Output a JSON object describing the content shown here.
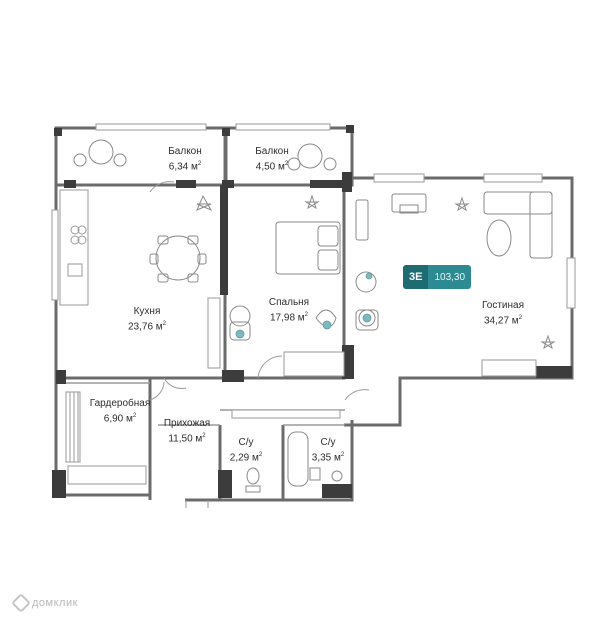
{
  "badge": {
    "type": "3E",
    "total_area": "103,30"
  },
  "rooms": {
    "balcony_1": {
      "name": "Балкон",
      "area": "6,34 м",
      "sup": "2"
    },
    "balcony_2": {
      "name": "Балкон",
      "area": "4,50 м",
      "sup": "2"
    },
    "kitchen": {
      "name": "Кухня",
      "area": "23,76 м",
      "sup": "2"
    },
    "bedroom": {
      "name": "Спальня",
      "area": "17,98 м",
      "sup": "2"
    },
    "living": {
      "name": "Гостиная",
      "area": "34,27 м",
      "sup": "2"
    },
    "wardrobe": {
      "name": "Гардеробная",
      "area": "6,90 м",
      "sup": "2"
    },
    "hall": {
      "name": "Прихожая",
      "area": "11,50 м",
      "sup": "2"
    },
    "bath_1": {
      "name": "С/у",
      "area": "2,29 м",
      "sup": "2"
    },
    "bath_2": {
      "name": "С/у",
      "area": "3,35 м",
      "sup": "2"
    }
  },
  "watermark": {
    "text": "домклик"
  },
  "colors": {
    "wall": "#6e6e6e",
    "wall_dark": "#3c3c3c",
    "accent": "#2c8a92",
    "furniture": "#8a8a8a",
    "plant": "#8a8a8a"
  }
}
